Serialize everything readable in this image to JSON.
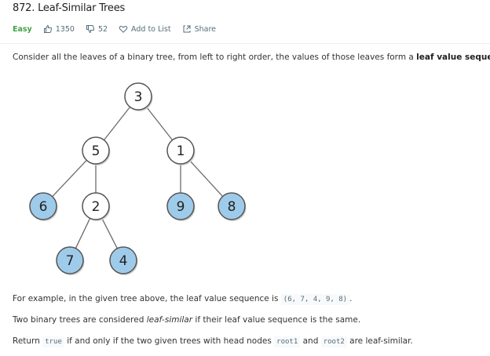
{
  "problem": {
    "title": "872. Leaf-Similar Trees",
    "difficulty": "Easy",
    "likes": "1350",
    "dislikes": "52",
    "add_to_list": "Add to List",
    "share": "Share"
  },
  "description": {
    "p1_text": "Consider all the leaves of a binary tree, from left to right order, the values of those leaves form a",
    "p1_bold": "leaf value sequence",
    "p1_end": ".",
    "p2_text": "For example, in the given tree above, the leaf value sequence is",
    "p2_code": "(6, 7, 4, 9, 8)",
    "p2_end": ".",
    "p3_text": "Two binary trees are considered",
    "p3_italic": "leaf-similar",
    "p3_end": "if their leaf value sequence is the same.",
    "p4_text1": "Return",
    "p4_code1": "true",
    "p4_text2": "if and only if the two given trees with head nodes",
    "p4_code2": "root1",
    "p4_and": "and",
    "p4_code3": "root2",
    "p4_end": "are leaf-similar."
  },
  "tree": {
    "nodes": [
      {
        "id": "n3",
        "label": "3",
        "leaf": false
      },
      {
        "id": "n5",
        "label": "5",
        "leaf": false
      },
      {
        "id": "n1",
        "label": "1",
        "leaf": false
      },
      {
        "id": "n6",
        "label": "6",
        "leaf": true
      },
      {
        "id": "n2",
        "label": "2",
        "leaf": false
      },
      {
        "id": "n9",
        "label": "9",
        "leaf": true
      },
      {
        "id": "n8",
        "label": "8",
        "leaf": true
      },
      {
        "id": "n7",
        "label": "7",
        "leaf": true
      },
      {
        "id": "n4",
        "label": "4",
        "leaf": true
      }
    ],
    "edges": [
      [
        "n3",
        "n5"
      ],
      [
        "n3",
        "n1"
      ],
      [
        "n5",
        "n6"
      ],
      [
        "n5",
        "n2"
      ],
      [
        "n1",
        "n9"
      ],
      [
        "n1",
        "n8"
      ],
      [
        "n2",
        "n7"
      ],
      [
        "n2",
        "n4"
      ]
    ],
    "leaf_color": "#9fcbea",
    "node_color": "#ffffff",
    "stroke_color": "#555555"
  }
}
